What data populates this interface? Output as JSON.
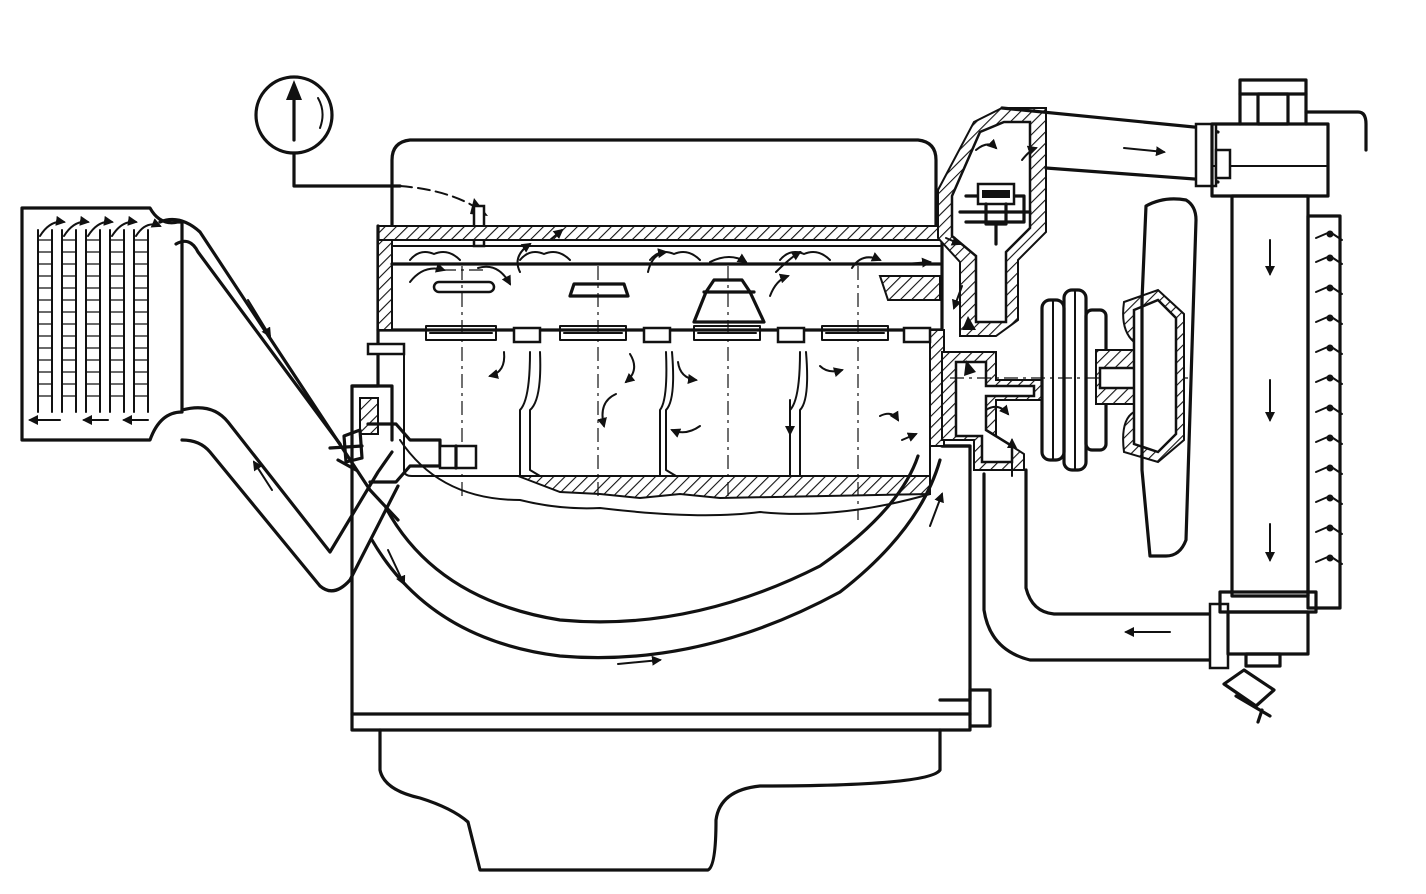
{
  "diagram": {
    "kind": "engine-cooling-system-schematic",
    "labels": [],
    "components": {
      "heater_core": "heater-core",
      "temperature_gauge": "temperature-gauge",
      "cylinder_head": "cylinder-head",
      "cylinder_block": "cylinder-block",
      "oil_pan": "oil-pan",
      "thermostat_housing": "thermostat-housing",
      "water_pump": "water-pump",
      "fan": "fan",
      "radiator": "radiator",
      "radiator_cap": "radiator-cap",
      "drain_cock": "drain-cock"
    },
    "colors": {
      "ink": "#111111",
      "paper": "#ffffff"
    }
  }
}
